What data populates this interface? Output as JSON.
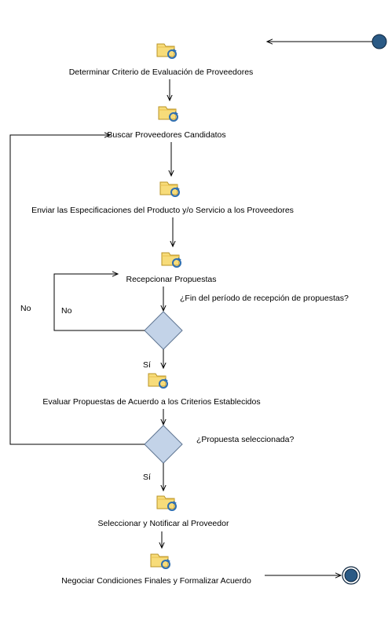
{
  "diagram": {
    "activities": [
      {
        "id": "a1",
        "label": "Determinar Criterio de Evaluación de Proveedores",
        "icon": "activity-icon"
      },
      {
        "id": "a2",
        "label": "Buscar Proveedores Candidatos",
        "icon": "activity-icon"
      },
      {
        "id": "a3",
        "label": "Enviar las Especificaciones del Producto y/o Servicio a los Proveedores",
        "icon": "activity-icon"
      },
      {
        "id": "a4",
        "label": "Recepcionar Propuestas",
        "icon": "activity-icon"
      },
      {
        "id": "a5",
        "label": "Evaluar Propuestas de Acuerdo a los Criterios Establecidos",
        "icon": "activity-icon"
      },
      {
        "id": "a6",
        "label": "Seleccionar y Notificar al Proveedor",
        "icon": "activity-icon"
      },
      {
        "id": "a7",
        "label": "Negociar Condiciones Finales y Formalizar Acuerdo",
        "icon": "activity-icon"
      }
    ],
    "decisions": [
      {
        "id": "d1",
        "question": "¿Fin del período de recepción de propuestas?",
        "yes_label": "Sí",
        "no_label": "No"
      },
      {
        "id": "d2",
        "question": "¿Propuesta seleccionada?",
        "yes_label": "Sí",
        "no_label": "No"
      }
    ],
    "colors": {
      "node_fill": "#2b5a85",
      "node_stroke": "#0e2740",
      "diamond_fill": "#c3d3e8",
      "diamond_stroke": "#5f7592",
      "icon_fill": "#f7dc7a",
      "icon_stroke": "#b89326",
      "icon_cycle": "#2f6fb1",
      "line": "#000000"
    }
  }
}
